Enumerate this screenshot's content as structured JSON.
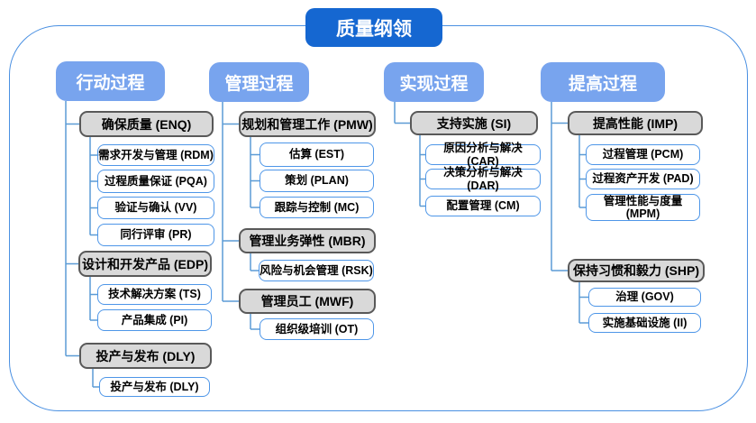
{
  "title": "质量纲领",
  "colors": {
    "title_bg": "#1567d1",
    "header_bg": "#78a4ee",
    "gray_fill": "#d9d9d9",
    "gray_border": "#595959",
    "blue_border": "#4e96e8",
    "connector": "#5b9bd5",
    "frame_border": "#4a90e2"
  },
  "columns": [
    {
      "header": "行动过程",
      "groups": [
        {
          "label": "确保质量 (ENQ)",
          "children": [
            "需求开发与管理 (RDM)",
            "过程质量保证 (PQA)",
            "验证与确认 (VV)",
            "同行评审 (PR)"
          ]
        },
        {
          "label": "设计和开发产品 (EDP)",
          "children": [
            "技术解决方案 (TS)",
            "产品集成 (PI)"
          ]
        },
        {
          "label": "投产与发布 (DLY)",
          "children": [
            "投产与发布 (DLY)"
          ]
        }
      ]
    },
    {
      "header": "管理过程",
      "groups": [
        {
          "label": "规划和管理工作 (PMW)",
          "children": [
            "估算 (EST)",
            "策划 (PLAN)",
            "跟踪与控制 (MC)"
          ]
        },
        {
          "label": "管理业务弹性 (MBR)",
          "children": [
            "风险与机会管理 (RSK)"
          ]
        },
        {
          "label": "管理员工 (MWF)",
          "children": [
            "组织级培训 (OT)"
          ]
        }
      ]
    },
    {
      "header": "实现过程",
      "groups": [
        {
          "label": "支持实施 (SI)",
          "children": [
            "原因分析与解决 (CAR)",
            "决策分析与解决 (DAR)",
            "配置管理 (CM)"
          ]
        }
      ]
    },
    {
      "header": "提高过程",
      "groups": [
        {
          "label": "提高性能 (IMP)",
          "children": [
            "过程管理 (PCM)",
            "过程资产开发 (PAD)",
            "管理性能与度量 (MPM)"
          ]
        },
        {
          "label": "保持习惯和毅力 (SHP)",
          "children": [
            "治理 (GOV)",
            "实施基础设施 (II)"
          ]
        }
      ]
    }
  ]
}
